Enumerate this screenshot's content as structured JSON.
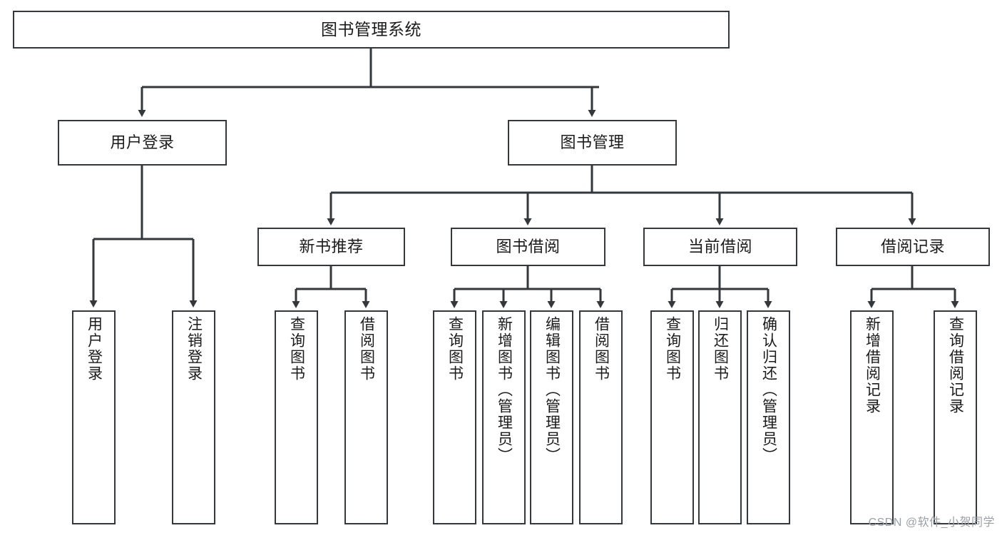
{
  "diagram": {
    "type": "tree-hierarchy",
    "title": "图书管理系统",
    "colors": {
      "box_border": "#33383d",
      "box_fill": "#ffffff",
      "connector": "#33383d",
      "text": "#1b1b1b",
      "watermark": "#9aa0a6"
    },
    "nodes": {
      "root": {
        "label": "图书管理系统",
        "level": 1
      },
      "l2": [
        {
          "id": "user-login",
          "label": "用户登录",
          "level": 2
        },
        {
          "id": "book-management",
          "label": "图书管理",
          "level": 2
        }
      ],
      "l3": [
        {
          "id": "new-book-recommend",
          "label": "新书推荐",
          "level": 3
        },
        {
          "id": "book-borrow",
          "label": "图书借阅",
          "level": 3
        },
        {
          "id": "current-borrow",
          "label": "当前借阅",
          "level": 3
        },
        {
          "id": "borrow-record",
          "label": "借阅记录",
          "level": 3
        }
      ],
      "leaves": [
        {
          "id": "leaf-user-login",
          "label": "用户登录",
          "parent": "user-login"
        },
        {
          "id": "leaf-logout",
          "label": "注销登录",
          "parent": "user-login"
        },
        {
          "id": "leaf-query-book-1",
          "label": "查询图书",
          "parent": "new-book-recommend"
        },
        {
          "id": "leaf-borrow-book-1",
          "label": "借阅图书",
          "parent": "new-book-recommend"
        },
        {
          "id": "leaf-query-book-2",
          "label": "查询图书",
          "parent": "book-borrow"
        },
        {
          "id": "leaf-add-book",
          "label": "新增图书（管理员）",
          "parent": "book-borrow"
        },
        {
          "id": "leaf-edit-book",
          "label": "编辑图书（管理员）",
          "parent": "book-borrow"
        },
        {
          "id": "leaf-borrow-book-2",
          "label": "借阅图书",
          "parent": "book-borrow"
        },
        {
          "id": "leaf-query-book-3",
          "label": "查询图书",
          "parent": "current-borrow"
        },
        {
          "id": "leaf-return-book",
          "label": "归还图书",
          "parent": "current-borrow"
        },
        {
          "id": "leaf-confirm-return",
          "label": "确认归还（管理员）",
          "parent": "current-borrow"
        },
        {
          "id": "leaf-add-record",
          "label": "新增借阅记录",
          "parent": "borrow-record"
        },
        {
          "id": "leaf-query-record",
          "label": "查询借阅记录",
          "parent": "borrow-record"
        }
      ]
    }
  },
  "watermark": {
    "text": "CSDN @软件_小贺同学"
  }
}
